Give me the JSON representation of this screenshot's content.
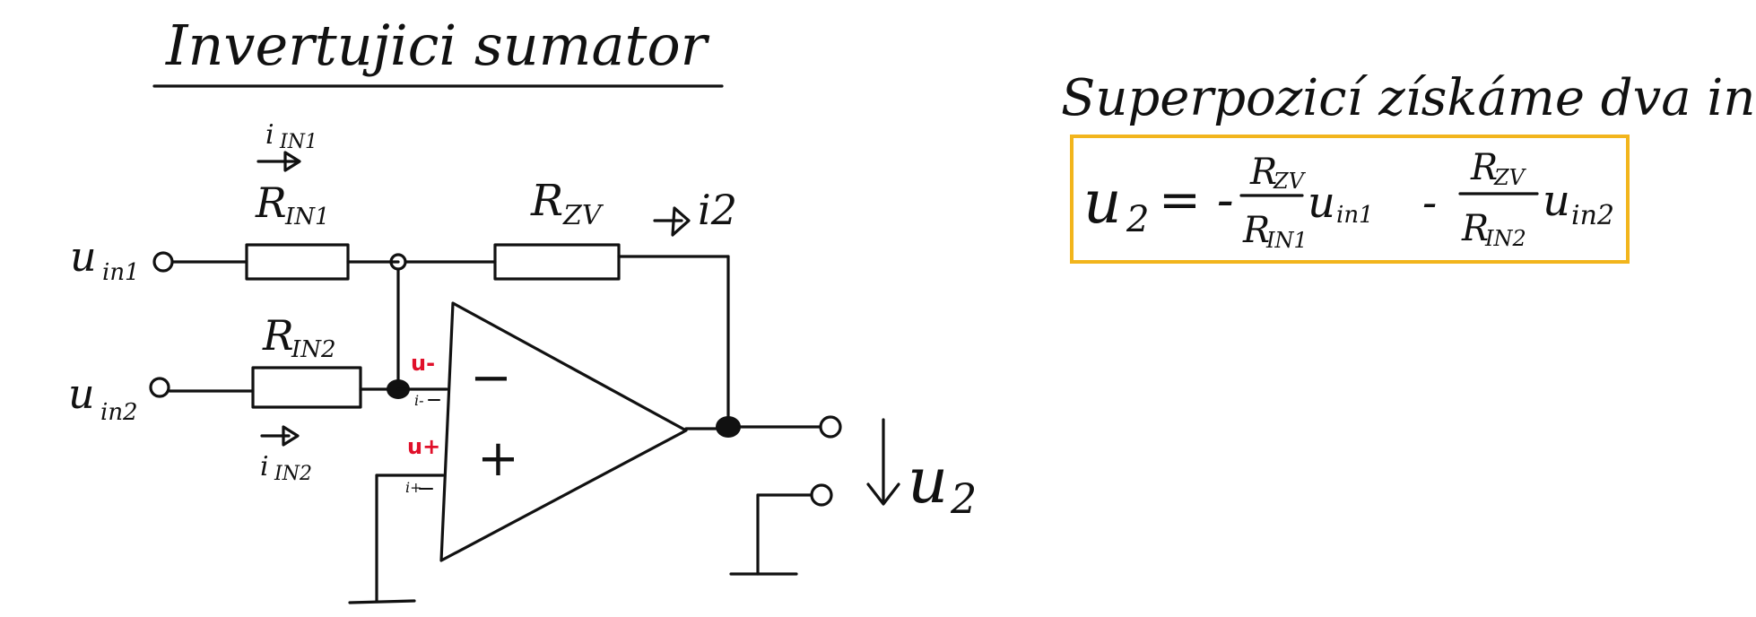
{
  "title": "Invertujici sumator",
  "labels": {
    "iin1": "i",
    "iin1_sub": "IN1",
    "rin1": "R",
    "rin1_sub": "IN1",
    "rzv": "R",
    "rzv_sub": "ZV",
    "i2": "i2",
    "uin1": "u",
    "uin1_sub": "in1",
    "rin2": "R",
    "rin2_sub": "IN2",
    "uin2": "u",
    "uin2_sub": "in2",
    "iin2": "i",
    "iin2_sub": "IN2",
    "u_minus": "u-",
    "u_plus": "u+",
    "i_minus": "i-",
    "i_plus": "i+",
    "opamp_minus": "−",
    "opamp_plus": "+",
    "u2": "u",
    "u2_sub": "2"
  },
  "note": "Superpozicí získáme dva inv. zes.",
  "formula": {
    "lhs": "u",
    "lhs_sub": "2",
    "eq": "= -",
    "frac1_num": "R",
    "frac1_num_sub": "ZV",
    "frac1_den": "R",
    "frac1_den_sub": "IN1",
    "term1": "u",
    "term1_sub": "in1",
    "minus": "-",
    "frac2_num": "R",
    "frac2_num_sub": "ZV",
    "frac2_den": "R",
    "frac2_den_sub": "IN2",
    "term2": "u",
    "term2_sub": "in2"
  },
  "colors": {
    "ink": "#111111",
    "accent": "#e0102a",
    "box": "#f2b51c"
  }
}
